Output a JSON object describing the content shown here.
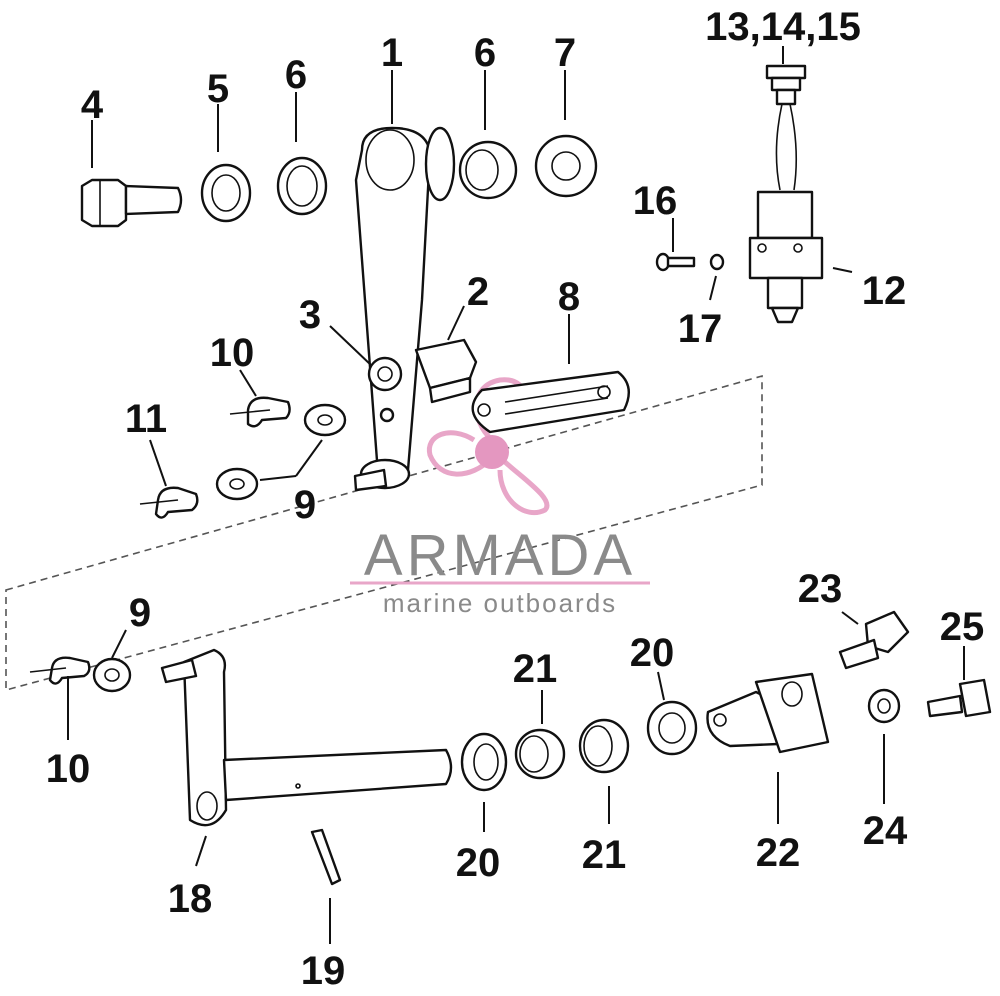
{
  "callouts": {
    "c1": "1",
    "c2": "2",
    "c3": "3",
    "c4": "4",
    "c5": "5",
    "c6a": "6",
    "c6b": "6",
    "c7": "7",
    "c8": "8",
    "c9a": "9",
    "c9b": "9",
    "c10a": "10",
    "c10b": "10",
    "c11": "11",
    "c12": "12",
    "c13_15": "13,14,15",
    "c16": "16",
    "c17": "17",
    "c18": "18",
    "c19": "19",
    "c20a": "20",
    "c20b": "20",
    "c21a": "21",
    "c21b": "21",
    "c22": "22",
    "c23": "23",
    "c24": "24",
    "c25": "25"
  },
  "watermark": {
    "brand_name": "ARMADA",
    "tagline": "marine outboards",
    "colors": {
      "logo_pink": "#e8a6c8",
      "logo_dot": "#e497c0",
      "text_gray": "#8a8a8a"
    }
  }
}
